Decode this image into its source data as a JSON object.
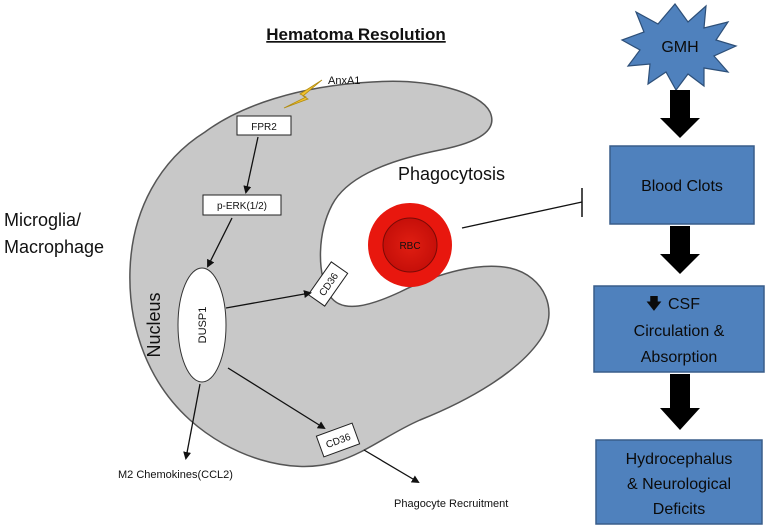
{
  "title": "Hematoma Resolution",
  "cell_label_line1": "Microglia/",
  "cell_label_line2": "Macrophage",
  "nucleus_label": "Nucleus",
  "phagocytosis_label": "Phagocytosis",
  "ligand_label": "AnxA1",
  "nodes": {
    "fpr2": "FPR2",
    "perk": "p-ERK(1/2)",
    "dusp1": "DUSP1",
    "cd36_upper": "CD36",
    "cd36_lower": "CD36",
    "rbc": "RBC"
  },
  "outputs": {
    "chemokines": "M2 Chemokines(CCL2)",
    "recruitment": "Phagocyte Recruitment"
  },
  "flow": {
    "gmh": "GMH",
    "blood_clots": "Blood Clots",
    "csf_line1": "CSF",
    "csf_line2": "Circulation &",
    "csf_line3": "Absorption",
    "csf_down_symbol": "🡇",
    "hydro_line1": "Hydrocephalus",
    "hydro_line2": "& Neurological",
    "hydro_line3": "Deficits"
  },
  "colors": {
    "cell_fill": "#c8c8c8",
    "box_fill": "#4f81bd",
    "box_stroke": "#385d8a",
    "rbc_outer": "#e8170e",
    "rbc_inner": "#c40d0a",
    "gmh_fill": "#4f81bd",
    "lightning": "#f2c230"
  }
}
